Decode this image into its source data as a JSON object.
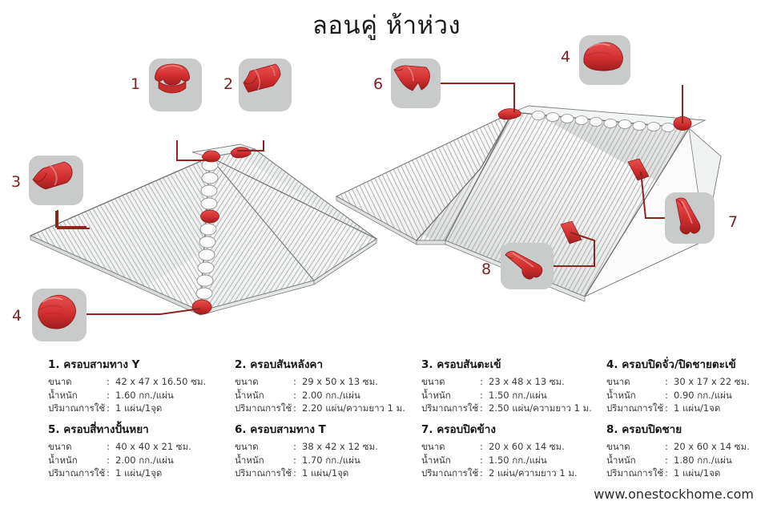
{
  "title": "ลอนคู่ ห้าห่วง",
  "site_url": "www.onestockhome.com",
  "colors": {
    "accent_red": "#d93b3b",
    "accent_red_dark": "#a82424",
    "leader_line": "#8c2420",
    "number_text": "#7d2322",
    "badge_bg": "#c9cbcb",
    "tile_outline": "#808285",
    "tile_fill": "#fdfdfd"
  },
  "callouts": [
    {
      "number": "1",
      "name": "ridge-y-three-way-cap",
      "icon": "roof-cap-y-icon"
    },
    {
      "number": "2",
      "name": "ridge-cap",
      "icon": "roof-cap-ridge-icon"
    },
    {
      "number": "3",
      "name": "hip-ridge-cap",
      "icon": "roof-cap-hip-icon"
    },
    {
      "number": "4",
      "name": "gable-end-cap",
      "icon": "roof-cap-gable-icon"
    },
    {
      "number": "4",
      "name": "gable-end-cap-right",
      "icon": "roof-cap-gable-icon"
    },
    {
      "number": "6",
      "name": "ridge-t-three-way-cap",
      "icon": "roof-cap-t-icon"
    },
    {
      "number": "7",
      "name": "side-closure-cap",
      "icon": "roof-cap-side-icon"
    },
    {
      "number": "8",
      "name": "eave-closure-cap",
      "icon": "roof-cap-eave-icon"
    }
  ],
  "spec_labels": {
    "size": "ขนาด",
    "weight": "น้ำหนัก",
    "usage": "ปริมาณการใช้",
    "colon": ":"
  },
  "specs": [
    {
      "title": "1. ครอบสามทาง Y",
      "size": "42 x 47 x 16.50 ซม.",
      "weight": "1.60 กก./แผ่น",
      "usage": "1 แผ่น/1จุด"
    },
    {
      "title": "2. ครอบสันหลังคา",
      "size": "29 x 50 x 13 ซม.",
      "weight": "2.00 กก./แผ่น",
      "usage": "2.20 แผ่น/ความยาว 1 ม."
    },
    {
      "title": "3. ครอบสันตะเข้",
      "size": "23  x 48 x 13 ซม.",
      "weight": "1.50 กก./แผ่น",
      "usage": "2.50 แผ่น/ความยาว 1 ม."
    },
    {
      "title": "4. ครอบปิดจั่ว/ปิดชายตะเข้",
      "size": "30 x 17 x 22 ซม.",
      "weight": "0.90 กก./แผ่น",
      "usage": "1 แผ่น/1จด"
    },
    {
      "title": "5. ครอบสี่ทางปั้นหยา",
      "size": "40 x 40 x 21 ซม.",
      "weight": "2.00 กก./แผ่น",
      "usage": "1 แผ่น/1จุด"
    },
    {
      "title": "6. ครอบสามทาง T",
      "size": "38 x 42 x 12 ซม.",
      "weight": "1.70 กก./แผ่น",
      "usage": "1 แผ่น/1จุด"
    },
    {
      "title": "7. ครอบปิดข้าง",
      "size": "20 x 60 x 14 ซม.",
      "weight": "1.50 กก./แผ่น",
      "usage": "2 แผ่น/ความยาว 1 ม."
    },
    {
      "title": "8. ครอบปิดชาย",
      "size": "20 x 60 x 14 ซม.",
      "weight": "1.80 กก./แผ่น",
      "usage": "1 แผ่น/1จด"
    }
  ]
}
